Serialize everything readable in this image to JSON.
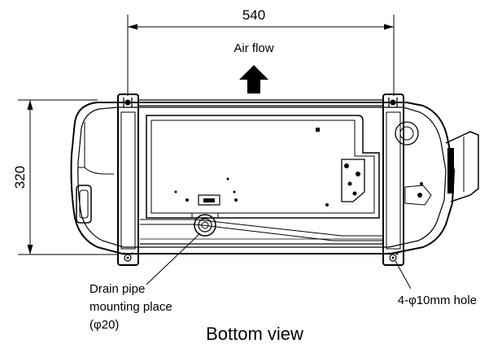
{
  "dimensions": {
    "width_label": "540",
    "height_label": "320"
  },
  "labels": {
    "airflow": "Air flow",
    "drain_line1": "Drain pipe",
    "drain_line2": "mounting place",
    "drain_line3": "(φ20)",
    "holes": "4-φ10mm hole",
    "view_title": "Bottom view"
  },
  "icons": {
    "airflow_arrow": "up-arrow"
  },
  "colors": {
    "line": "#000000",
    "background": "#ffffff"
  }
}
